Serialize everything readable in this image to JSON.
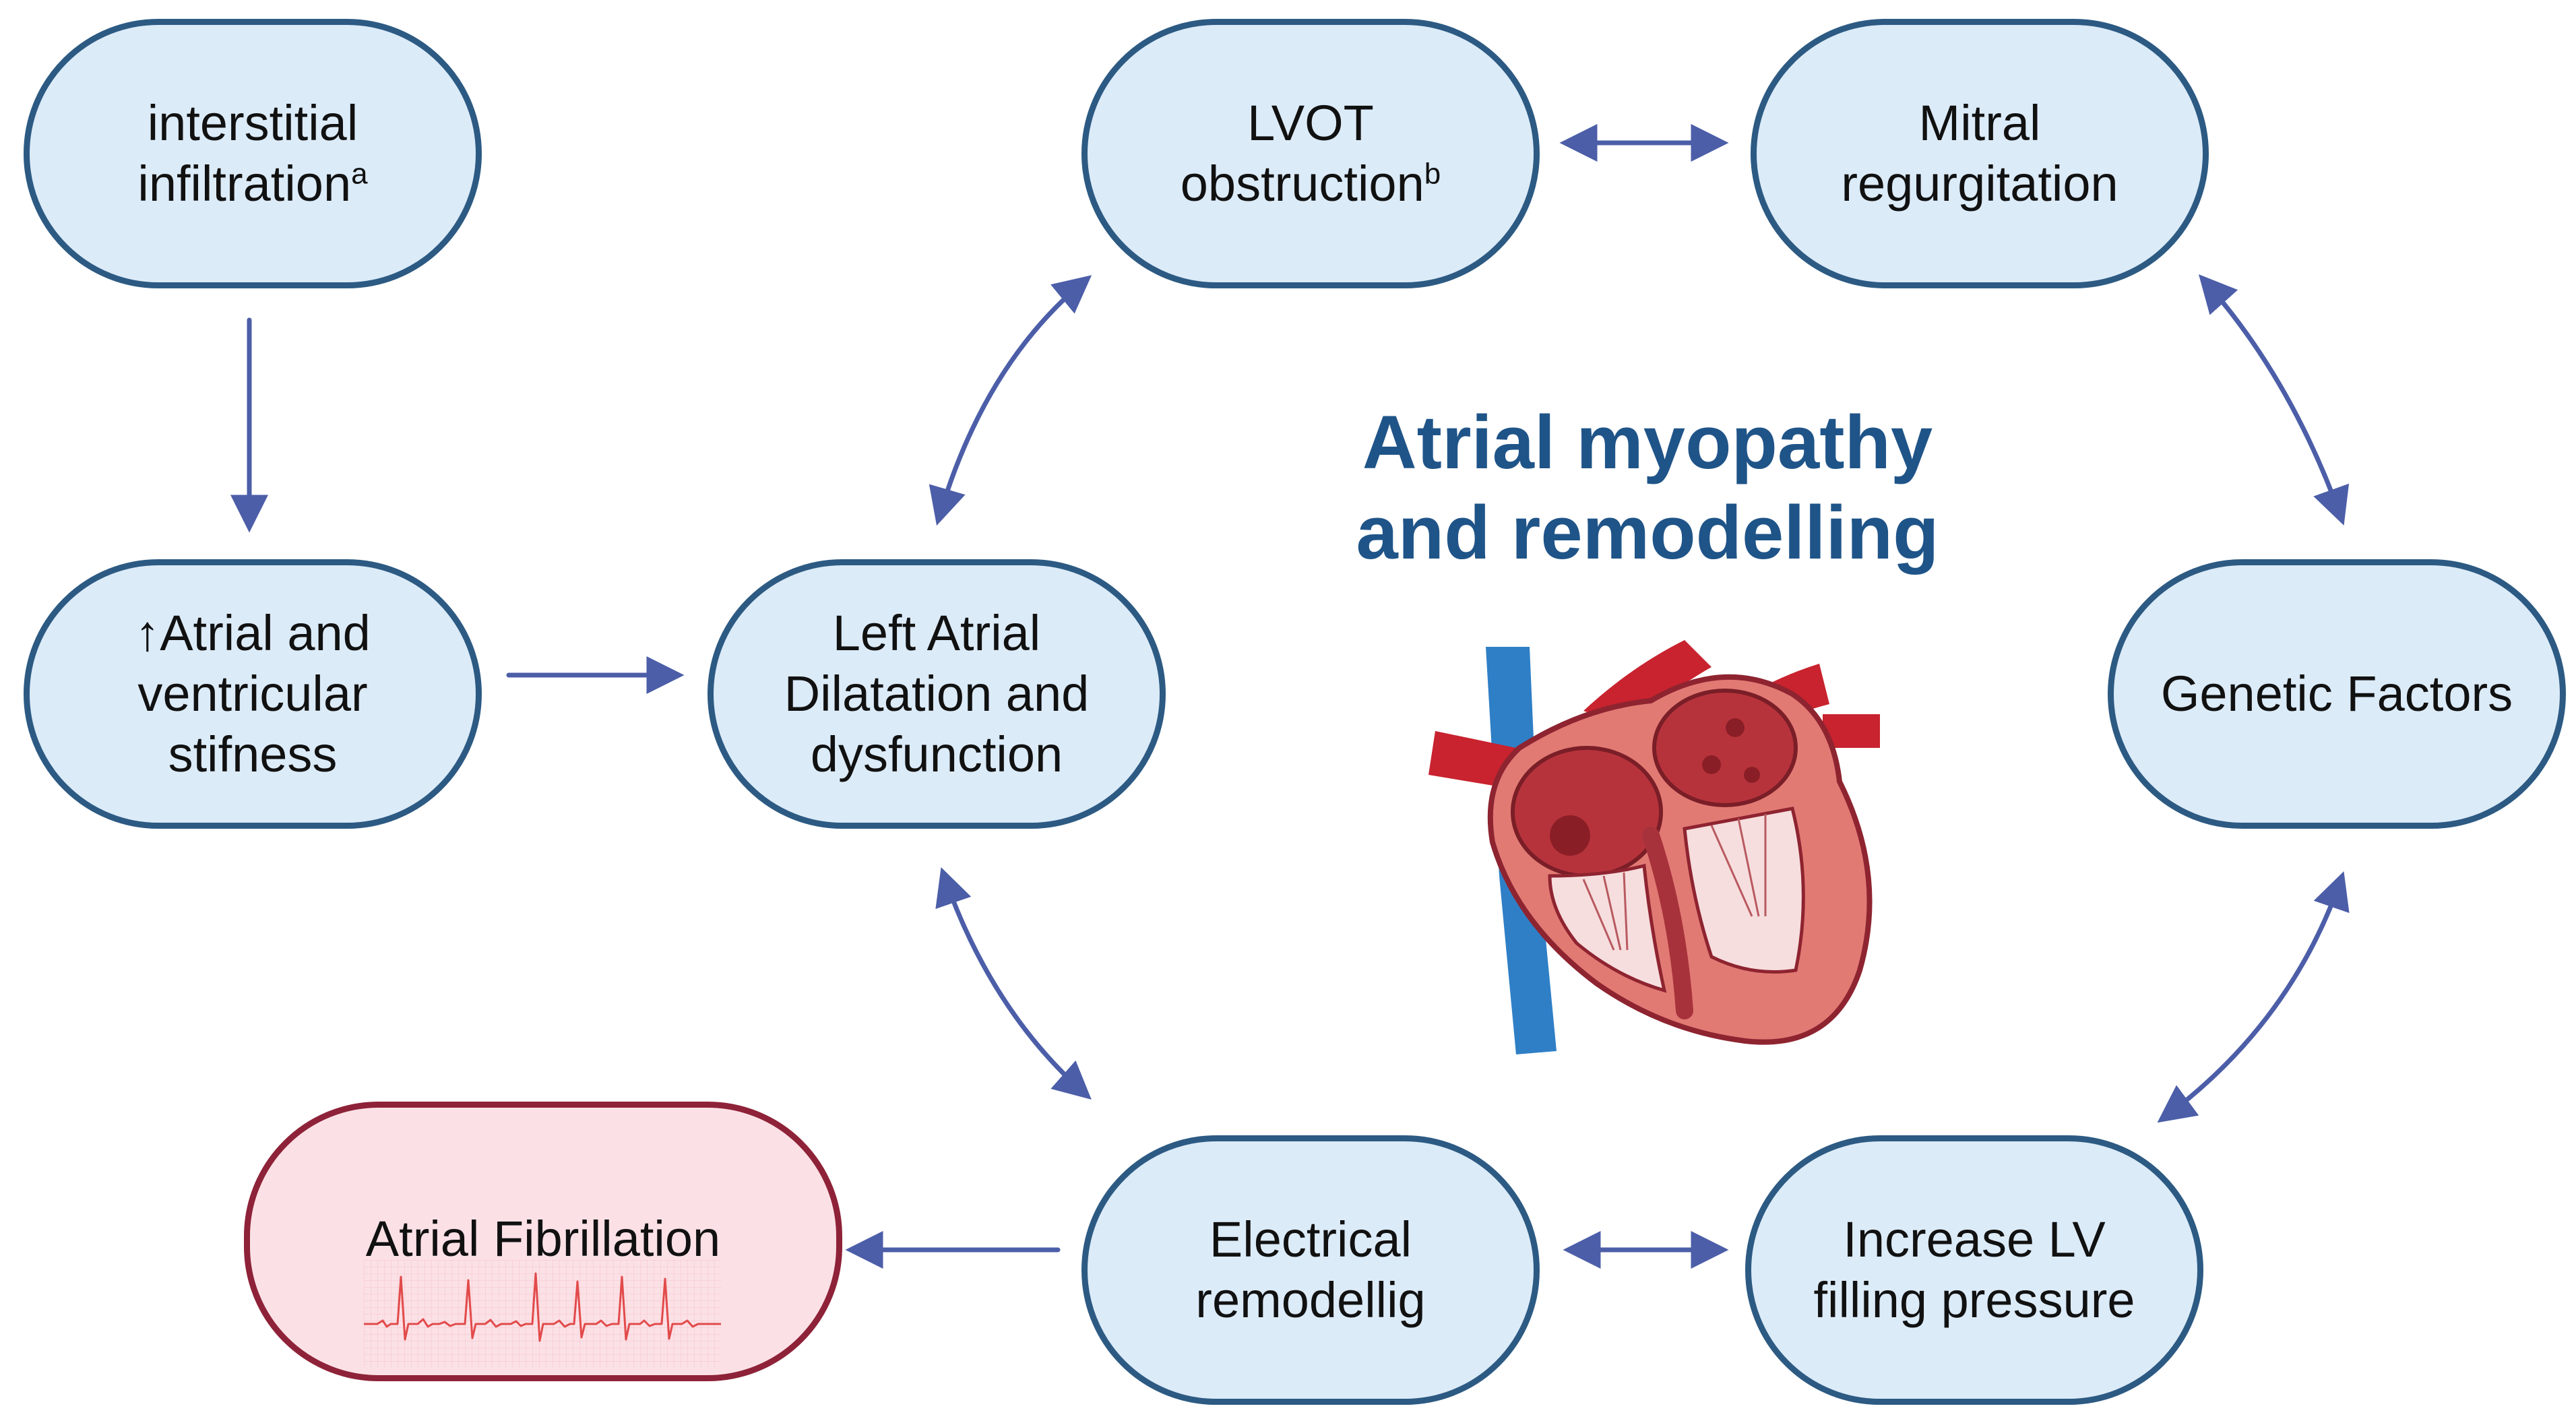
{
  "title": {
    "line1": "Atrial myopathy",
    "line2": "and remodelling"
  },
  "nodes": {
    "interstitial": {
      "line1": "interstitial",
      "line2": "infiltration",
      "sup": "a"
    },
    "stiffness": {
      "line1": "↑Atrial and",
      "line2": "ventricular",
      "line3": "stifness"
    },
    "left_atrial": {
      "line1": "Left Atrial",
      "line2": "Dilatation and",
      "line3": "dysfunction"
    },
    "lvot": {
      "line1": "LVOT",
      "line2": "obstruction",
      "sup": "b"
    },
    "mitral": {
      "line1": "Mitral",
      "line2": "regurgitation"
    },
    "genetic": {
      "line1": "Genetic Factors"
    },
    "electrical": {
      "line1": "Electrical",
      "line2": "remodellig"
    },
    "lv_filling": {
      "line1": "Increase LV",
      "line2": "filling pressure"
    },
    "af": {
      "line1": "Atrial Fibrillation"
    }
  },
  "colors": {
    "node_fill": "#dcebf8",
    "node_border": "#2c5a83",
    "af_fill": "#fbe1e6",
    "af_border": "#8e2238",
    "arrow": "#4c5ea8",
    "title": "#1f5488",
    "ecg_line": "#e24a4a"
  },
  "icons": {
    "heart": "heart-cross-section-icon",
    "ecg": "ecg-trace-icon"
  }
}
